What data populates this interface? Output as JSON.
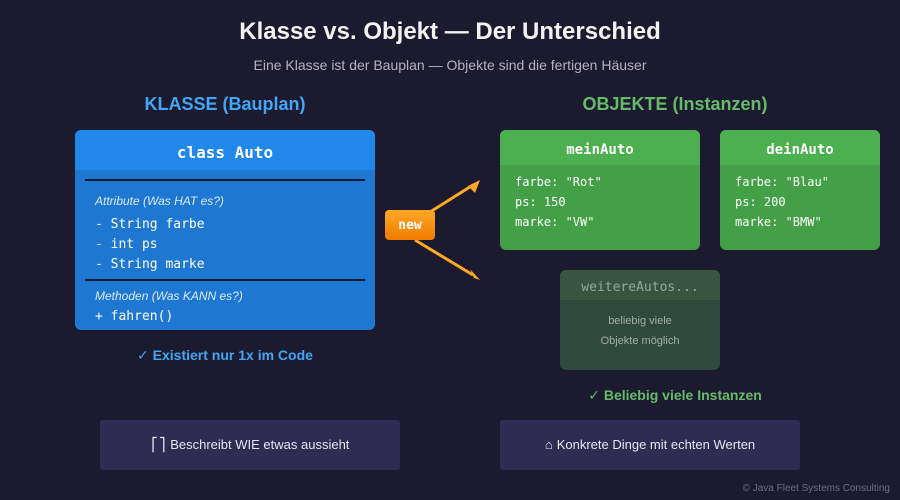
{
  "title": "Klasse vs. Objekt — Der Unterschied",
  "subtitle": "Eine Klasse ist der Bauplan — Objekte sind die fertigen Häuser",
  "left_section": {
    "heading": "KLASSE (Bauplan)",
    "class_box": {
      "name": "class Auto",
      "attributes_label": "Attribute (Was HAT es?)",
      "attributes": [
        "- String farbe",
        "- int ps",
        "- String marke"
      ],
      "methods_label": "Methoden (Was KANN es?)",
      "methods": [
        "+ fahren()"
      ]
    },
    "check_note": "✓ Existiert nur 1x im Code",
    "info": {
      "icon": "blueprint-icon",
      "glyph": "⎡⎤",
      "text": "Beschreibt WIE etwas aussieht"
    }
  },
  "new_badge": "new",
  "right_section": {
    "heading": "OBJEKTE (Instanzen)",
    "objects": [
      {
        "name": "meinAuto",
        "fields": [
          "farbe: \"Rot\"",
          "ps: 150",
          "marke: \"VW\""
        ]
      },
      {
        "name": "deinAuto",
        "fields": [
          "farbe: \"Blau\"",
          "ps: 200",
          "marke: \"BMW\""
        ]
      }
    ],
    "more": {
      "name": "weitereAutos...",
      "lines": [
        "beliebig viele",
        "Objekte möglich"
      ]
    },
    "check_note": "✓ Beliebig viele Instanzen",
    "info": {
      "icon": "house-icon",
      "glyph": "⌂",
      "text": "Konkrete Dinge mit echten Werten"
    }
  },
  "footer": "© Java Fleet Systems Consulting",
  "colors": {
    "background": "#1c1a2e",
    "class_blue": "#1e78d2",
    "object_green": "#43a047",
    "arrow_orange": "#ffa726"
  }
}
